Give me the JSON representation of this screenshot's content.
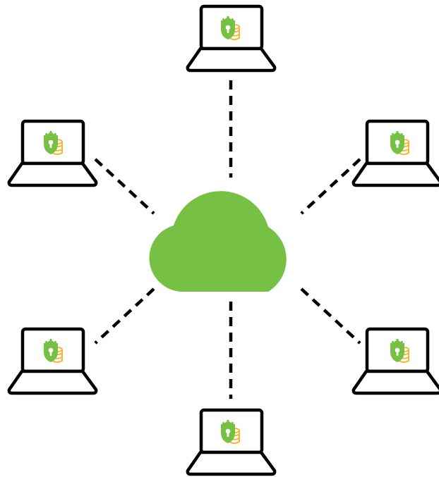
{
  "diagram": {
    "colors": {
      "cloud": "#76C043",
      "shield": "#76C043",
      "database": "#F5B731",
      "outline": "#000000",
      "screen": "#ffffff"
    },
    "hub": {
      "icon": "cloud-icon"
    },
    "nodes": [
      {
        "id": "top",
        "icon": "laptop-icon",
        "badge": "shield-lock-database-icon"
      },
      {
        "id": "upper-left",
        "icon": "laptop-icon",
        "badge": "shield-lock-database-icon"
      },
      {
        "id": "upper-right",
        "icon": "laptop-icon",
        "badge": "shield-lock-database-icon"
      },
      {
        "id": "lower-left",
        "icon": "laptop-icon",
        "badge": "shield-lock-database-icon"
      },
      {
        "id": "lower-right",
        "icon": "laptop-icon",
        "badge": "shield-lock-database-icon"
      },
      {
        "id": "bottom",
        "icon": "laptop-icon",
        "badge": "shield-lock-database-icon"
      }
    ],
    "connector_style": "dashed"
  }
}
